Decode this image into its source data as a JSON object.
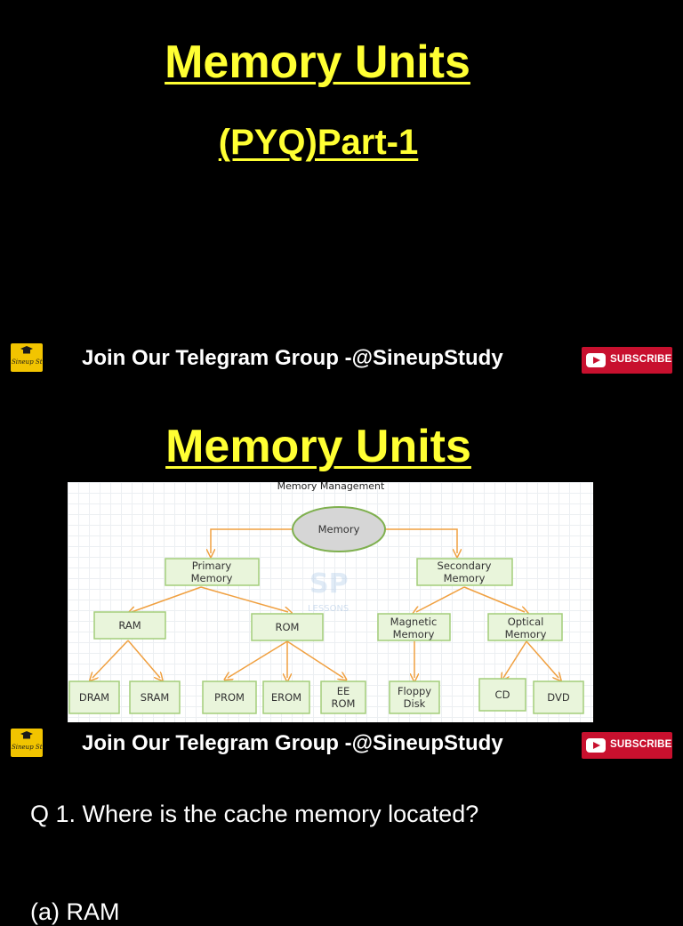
{
  "slide1": {
    "title": "Memory Units",
    "subtitle": "(PYQ)Part-1"
  },
  "footer": {
    "logo_text": "Sineup Study",
    "telegram_text": "Join Our Telegram Group -@SineupStudy",
    "subscribe_label": "SUBSCRIBE"
  },
  "slide2": {
    "title": "Memory Units",
    "diagram": {
      "heading": "Memory Management",
      "watermark": "LESSONS",
      "root": "Memory",
      "primary": [
        "Primary",
        "Memory"
      ],
      "secondary": [
        "Secondary",
        "Memory"
      ],
      "ram": "RAM",
      "rom": "ROM",
      "magnetic": [
        "Magnetic",
        "Memory"
      ],
      "optical": [
        "Optical",
        "Memory"
      ],
      "dram": "DRAM",
      "sram": "SRAM",
      "prom": "PROM",
      "erom": "EROM",
      "eerom": [
        "EE",
        "ROM"
      ],
      "floppy": [
        "Floppy",
        "Disk"
      ],
      "cd": "CD",
      "dvd": "DVD"
    }
  },
  "slide3": {
    "question": "Q 1. Where is the cache memory located?",
    "option_a": "(a) RAM"
  },
  "colors": {
    "title_yellow": "#ffff33",
    "box_fill": "#e8f5d6",
    "box_border": "#9fcf6f",
    "root_fill": "#d9d9d9",
    "arrow": "#f0a040",
    "subscribe_red": "#c8102e"
  }
}
